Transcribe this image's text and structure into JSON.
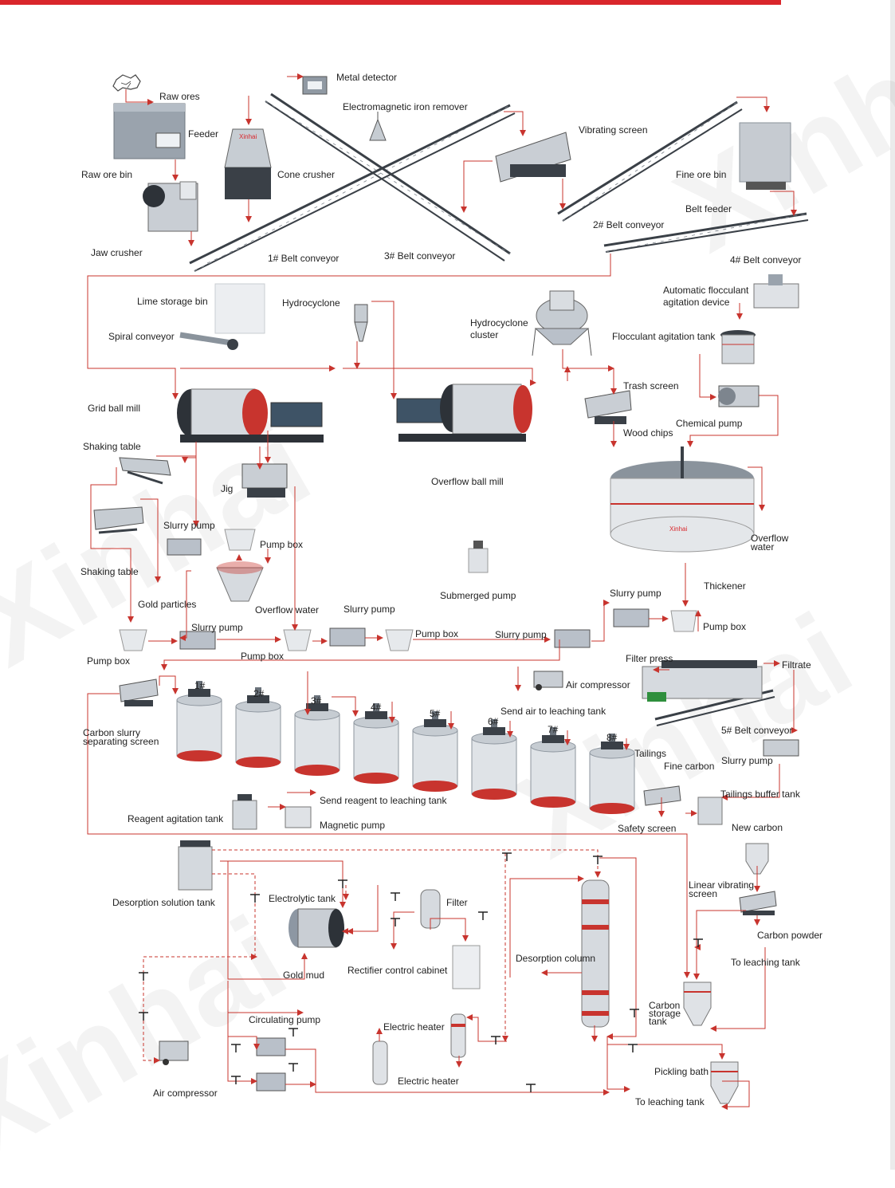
{
  "watermark": "Xinhai",
  "colors": {
    "flow": "#c8342e",
    "equipment": "#b9c0c9",
    "dark": "#3a4047",
    "accent": "#d9262b"
  },
  "labels": {
    "raw_ores": "Raw ores",
    "metal_detector": "Metal detector",
    "electromagnetic_iron_remover": "Electromagnetic iron remover",
    "feeder": "Feeder",
    "raw_ore_bin": "Raw ore bin",
    "jaw_crusher": "Jaw crusher",
    "cone_crusher": "Cone crusher",
    "belt_conveyor_1": "1# Belt conveyor",
    "belt_conveyor_3": "3# Belt conveyor",
    "vibrating_screen": "Vibrating screen",
    "fine_ore_bin": "Fine ore bin",
    "belt_feeder": "Belt feeder",
    "belt_conveyor_2": "2# Belt conveyor",
    "belt_conveyor_4": "4# Belt conveyor",
    "lime_storage_bin": "Lime storage bin",
    "spiral_conveyor": "Spiral conveyor",
    "hydrocyclone": "Hydrocyclone",
    "hydrocyclone_cluster": "Hydrocyclone cluster",
    "automatic_flocculant": "Automatic flocculant agitation device",
    "flocculant_tank": "Flocculant agitation tank",
    "grid_ball_mill": "Grid ball mill",
    "trash_screen": "Trash screen",
    "chemical_pump": "Chemical pump",
    "wood_chips": "Wood chips",
    "shaking_table_1": "Shaking table",
    "jig": "Jig",
    "overflow_ball_mill": "Overflow ball mill",
    "slurry_pump_1": "Slurry pump",
    "pump_box_1": "Pump box",
    "shaking_table_2": "Shaking table",
    "overflow_water_1": "Overflow water",
    "gold_particles": "Gold particles",
    "overflow_water_2": "Overflow water",
    "submerged_pump": "Submerged pump",
    "slurry_pump_2": "Slurry pump",
    "slurry_pump_3": "Slurry pump",
    "thickener": "Thickener",
    "slurry_pump_4": "Slurry pump",
    "pump_box_2": "Pump box",
    "pump_box_3": "Pump box",
    "slurry_pump_5": "Slurry pump",
    "pump_box_4": "Pump box",
    "pump_box_5": "Pump box",
    "filter_press": "Filter press",
    "filtrate": "Filtrate",
    "air_compressor_1": "Air compressor",
    "send_air": "Send air to leaching tank",
    "carbon_slurry_screen": "Carbon slurry separating screen",
    "belt_conveyor_5": "5# Belt conveyor",
    "slurry_pump_6": "Slurry pump",
    "tailings": "Tailings",
    "fine_carbon": "Fine carbon",
    "tailings_buffer_tank": "Tailings buffer tank",
    "send_reagent": "Send reagent to leaching tank",
    "reagent_agitation_tank": "Reagent agitation tank",
    "magnetic_pump": "Magnetic pump",
    "safety_screen": "Safety screen",
    "new_carbon": "New carbon",
    "desorption_solution_tank": "Desorption solution tank",
    "electrolytic_tank": "Electrolytic tank",
    "filter": "Filter",
    "linear_vibrating_screen": "Linear vibrating screen",
    "carbon_powder": "Carbon powder",
    "desorption_column": "Desorption column",
    "gold_mud": "Gold mud",
    "rectifier_cabinet": "Rectifier control cabinet",
    "to_leaching_tank_1": "To leaching tank",
    "carbon_storage_tank": "Carbon storage tank",
    "circulating_pump": "Circulating pump",
    "electric_heater_1": "Electric heater",
    "electric_heater_2": "Electric heater",
    "pickling_bath": "Pickling bath",
    "air_compressor_2": "Air compressor",
    "to_leaching_tank_2": "To leaching tank"
  },
  "leach_tanks": [
    "1#",
    "2#",
    "3#",
    "4#",
    "5#",
    "6#",
    "7#",
    "8#"
  ]
}
